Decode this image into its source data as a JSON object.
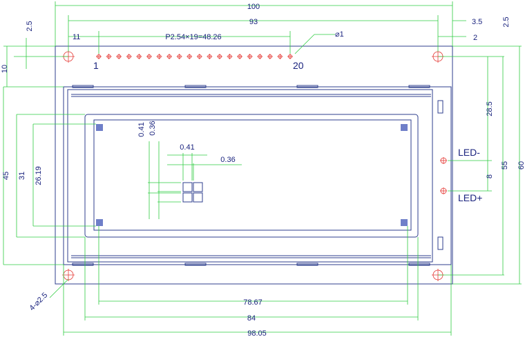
{
  "labels": {
    "width_total": "100",
    "width_holes": "93",
    "right_offset": "3.5",
    "top_margin": "2.5",
    "right_margin_top": "2.5",
    "pin1_offset": "11",
    "pin_pitch": "P2.54×19=48.26",
    "pin_diameter": "⌀1",
    "right_edge_2": "2",
    "pin_first": "1",
    "pin_last": "20",
    "top_10": "10",
    "led_minus": "LED-",
    "led_plus": "LED+",
    "dim_28_5": "28.5",
    "dim_8": "8",
    "dim_55": "55",
    "dim_60": "60",
    "dim_45": "45",
    "dim_31": "31",
    "dim_26_19": "26.19",
    "dot_h1": "0.41",
    "dot_h2": "0.36",
    "dot_w1": "0.41",
    "dot_w2": "0.36",
    "mount_holes": "4-⌀2.5",
    "dim_78_67": "78.67",
    "dim_84": "84",
    "dim_98_05": "98.05"
  },
  "colors": {
    "outline": "#2c3e8c",
    "dimension": "#2ecc40",
    "pins": "#e53935",
    "text": "#1a237e"
  }
}
